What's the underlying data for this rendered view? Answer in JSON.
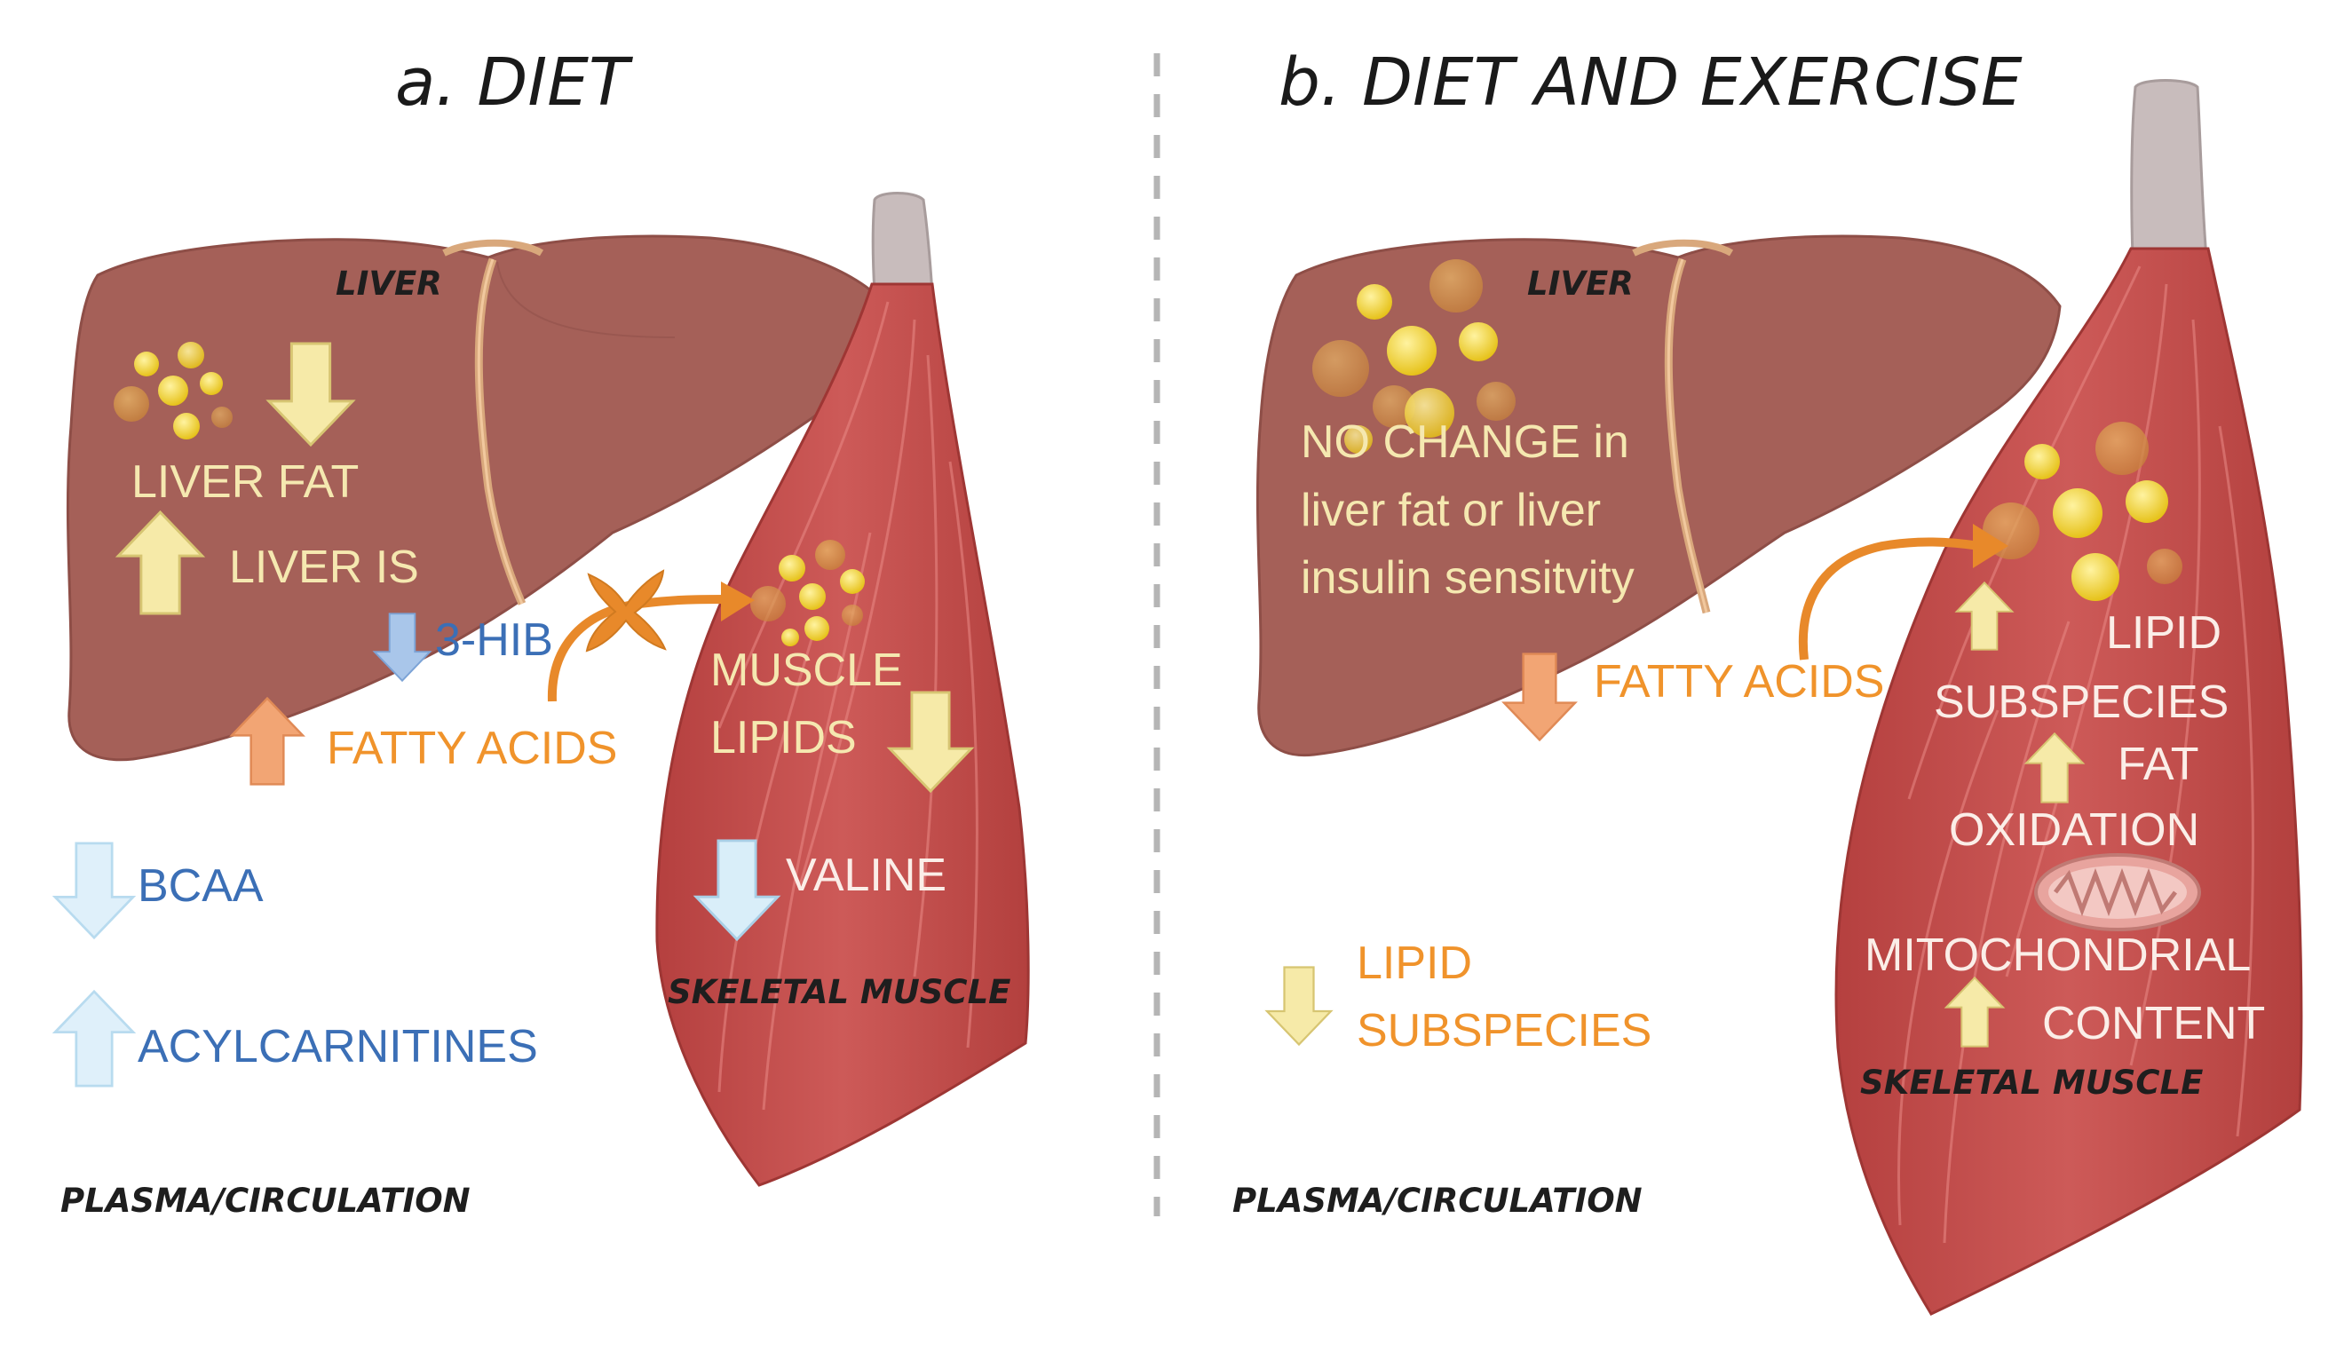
{
  "panel_a": {
    "title": "a. DIET",
    "liver_label": "LIVER",
    "liver_fat": "LIVER FAT",
    "liver_is": "LIVER IS",
    "hib": "3-HIB",
    "fatty_acids": "FATTY ACIDS",
    "muscle_lipids_1": "MUSCLE",
    "muscle_lipids_2": "LIPIDS",
    "valine": "VALINE",
    "skeletal_muscle": "SKELETAL MUSCLE",
    "bcaa": "BCAA",
    "acylcarnitines": "ACYLCARNITINES",
    "plasma": "PLASMA/CIRCULATION"
  },
  "panel_b": {
    "title": "b. DIET AND EXERCISE",
    "liver_label": "LIVER",
    "no_change_1": "NO CHANGE in",
    "no_change_2": "liver fat or liver",
    "no_change_3": "insulin sensitvity",
    "fatty_acids": "FATTY ACIDS",
    "lipid_sub_1": "LIPID",
    "lipid_sub_2": "SUBSPECIES",
    "fat_ox_1": "FAT",
    "fat_ox_2": "OXIDATION",
    "mito_1": "MITOCHONDRIAL",
    "mito_2": "CONTENT",
    "skeletal_muscle": "SKELETAL MUSCLE",
    "plasma_lipid_1": "LIPID",
    "plasma_lipid_2": "SUBSPECIES",
    "plasma": "PLASMA/CIRCULATION"
  },
  "colors": {
    "liver": "#a56058",
    "muscle": "#c25150",
    "tendon": "#c8bcbc",
    "arrow_yellow": "#f6eaa8",
    "arrow_orange": "#f2a574",
    "arrow_blue": "#cfe8f5",
    "text_orange": "#f0932b",
    "text_blue": "#3b6fb6"
  }
}
